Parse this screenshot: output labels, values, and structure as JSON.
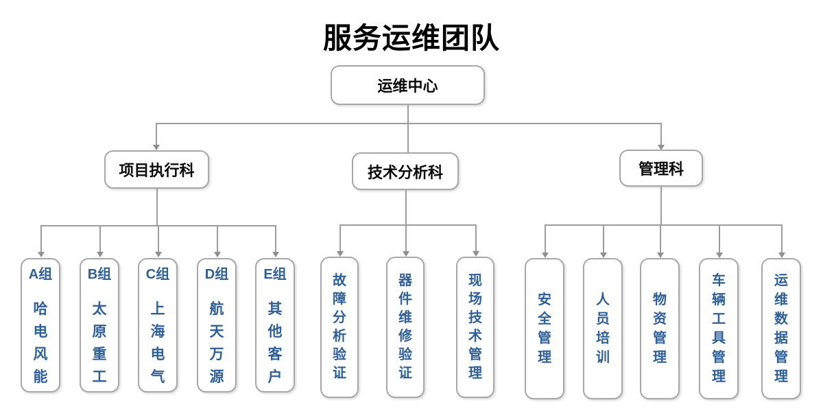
{
  "title": "服务运维团队",
  "root": {
    "label": "运维中心"
  },
  "colors": {
    "accent_text": "#2E5F99",
    "connector_line": "#9C9C9C",
    "box_border": "#A7A7A7",
    "title_text": "#000000"
  },
  "sections": [
    {
      "label": "项目执行科",
      "children": [
        {
          "tag": "A组",
          "name": "哈电风能"
        },
        {
          "tag": "B组",
          "name": "太原重工"
        },
        {
          "tag": "C组",
          "name": "上海电气"
        },
        {
          "tag": "D组",
          "name": "航天万源"
        },
        {
          "tag": "E组",
          "name": "其他客户"
        }
      ]
    },
    {
      "label": "技术分析科",
      "children": [
        {
          "name": "故障分析验证"
        },
        {
          "name": "器件维修验证"
        },
        {
          "name": "现场技术管理"
        }
      ]
    },
    {
      "label": "管理科",
      "children": [
        {
          "name": "安全管理"
        },
        {
          "name": "人员培训"
        },
        {
          "name": "物资管理"
        },
        {
          "name": "车辆工具管理"
        },
        {
          "name": "运维数据管理"
        }
      ]
    }
  ]
}
